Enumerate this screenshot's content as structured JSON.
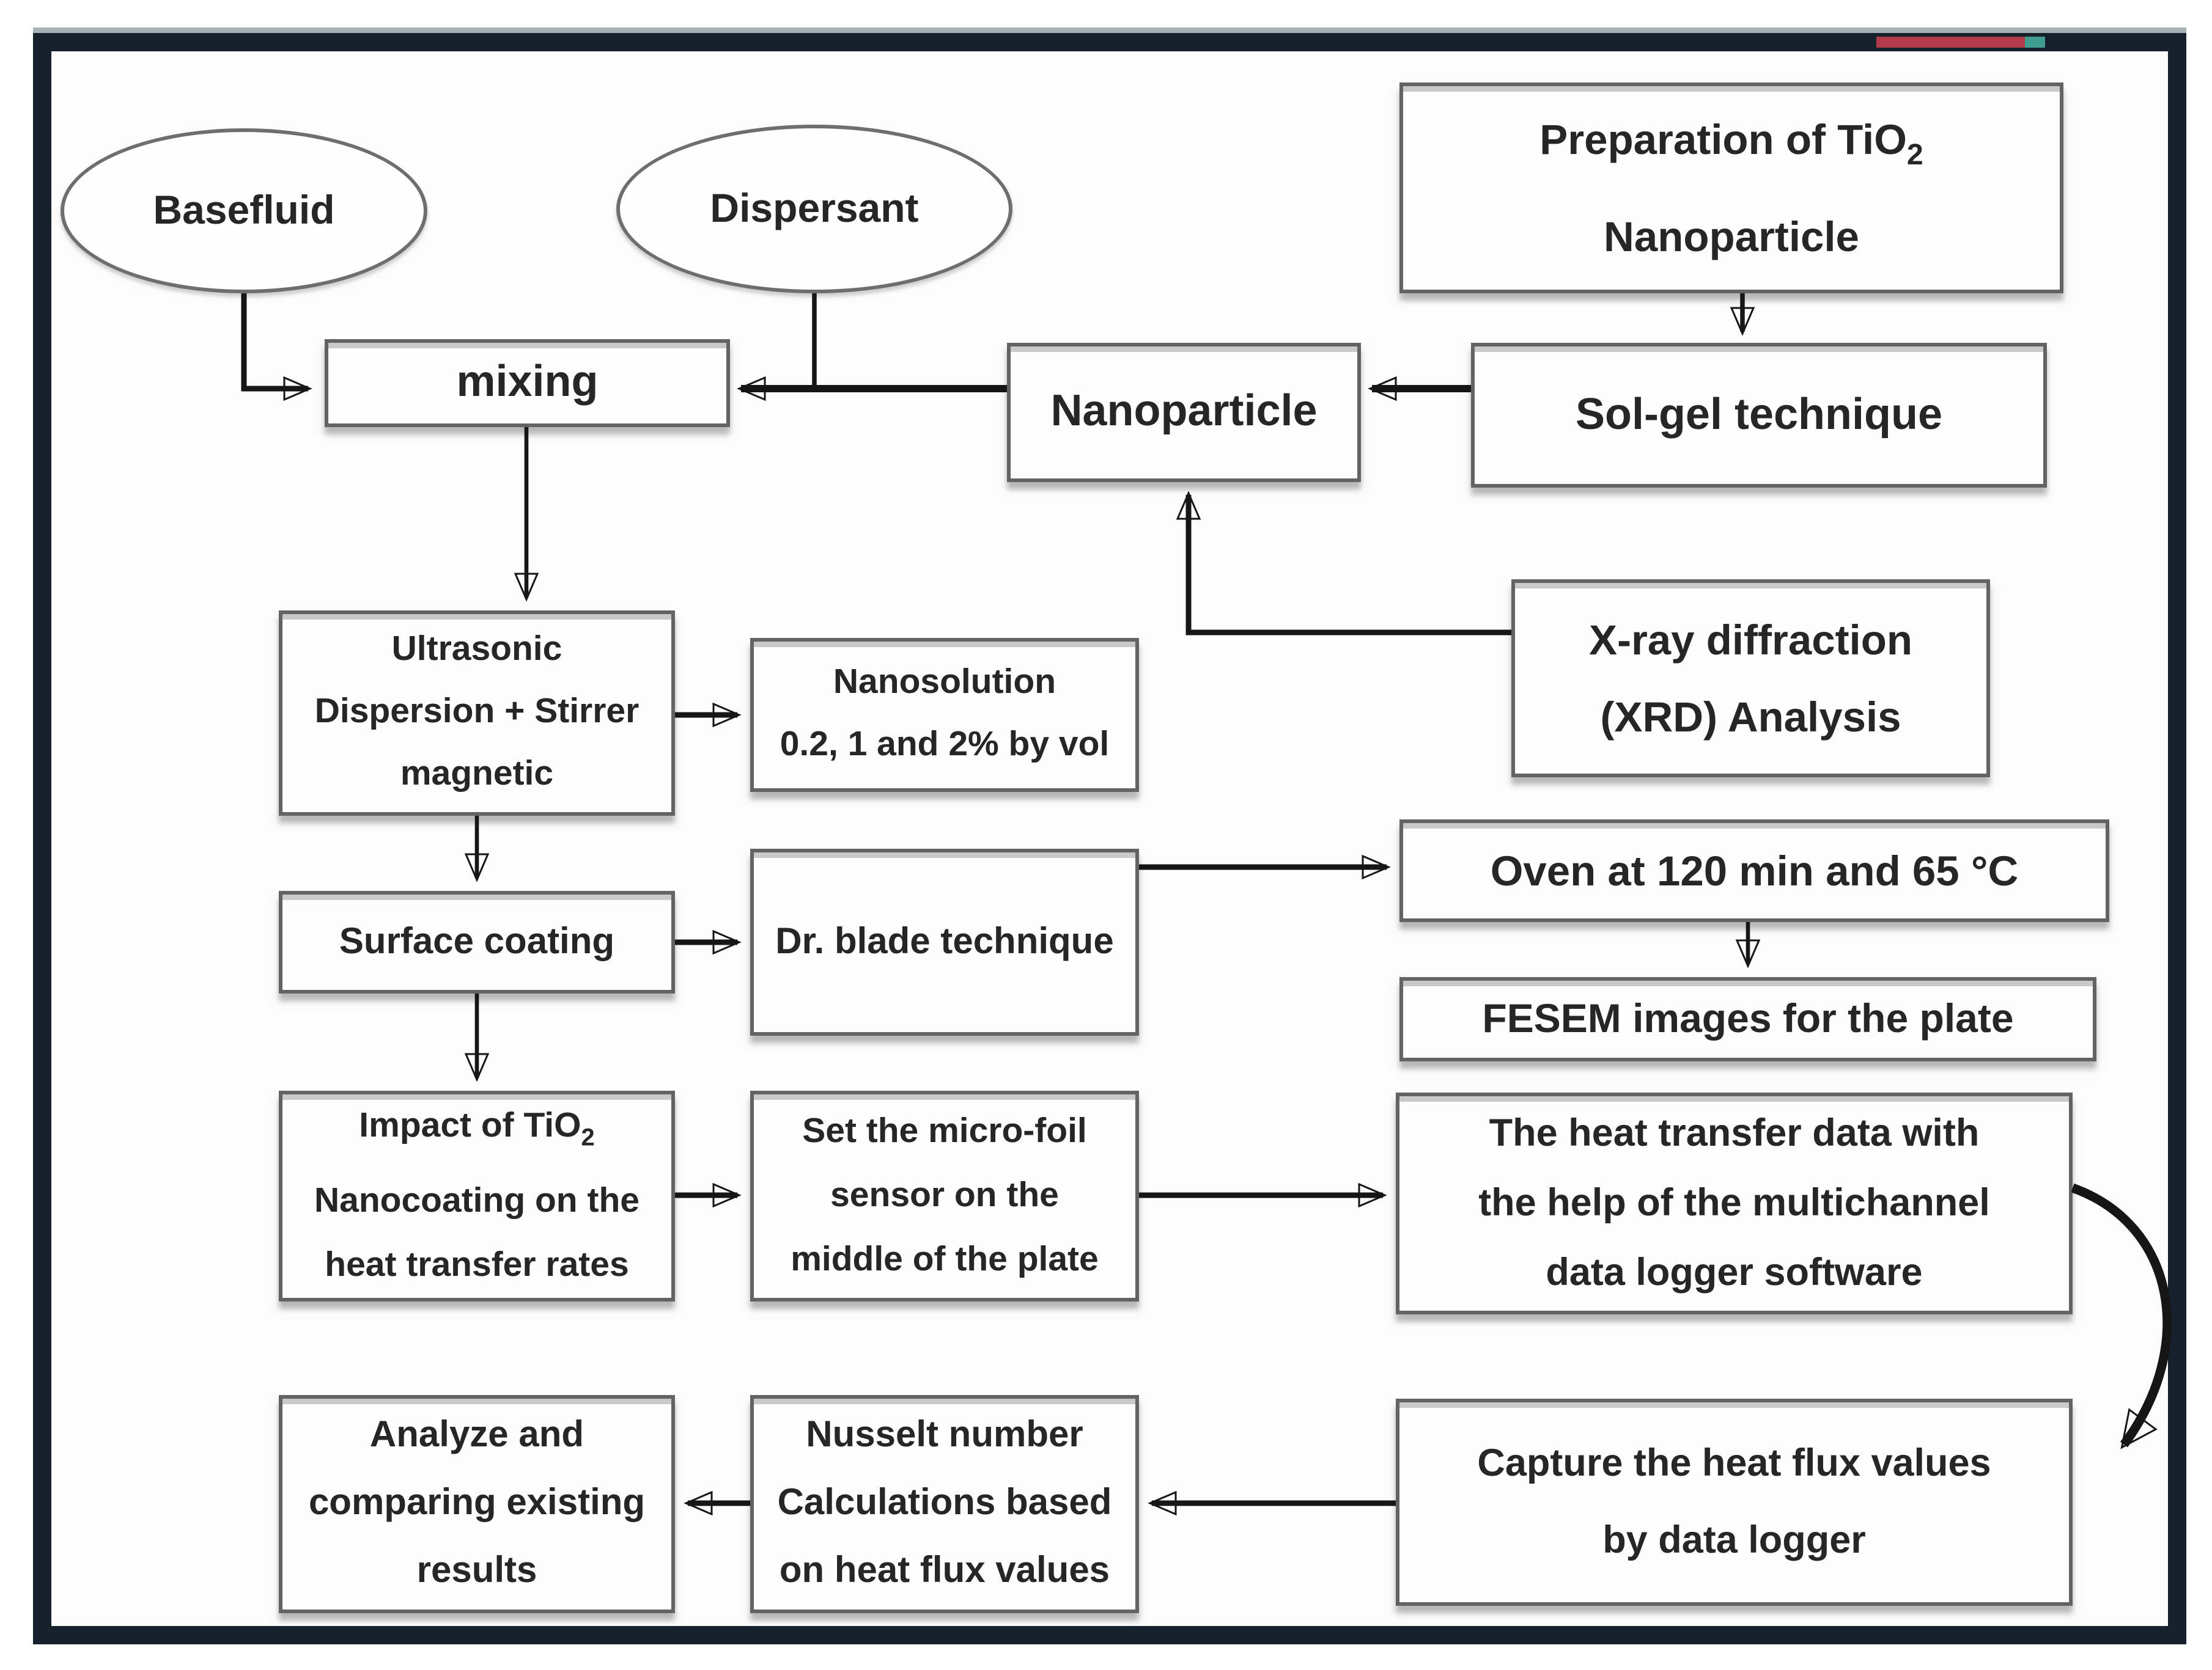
{
  "diagram": {
    "kind": "flowchart"
  },
  "colors": {
    "frame_border": "#16212b",
    "top_accent_red": "#b23b4b",
    "top_accent_teal": "#3f9e8f",
    "box_border": "#636363",
    "arrow": "#161616",
    "text": "#262626",
    "background": "#ffffff"
  },
  "nodes": {
    "basefluid": {
      "shape": "ellipse",
      "label": "Basefluid"
    },
    "dispersant": {
      "shape": "ellipse",
      "label": "Dispersant"
    },
    "preparation": {
      "shape": "rect",
      "label": "Preparation of TiO2 Nanoparticle",
      "line1": "Preparation of TiO",
      "sub": "2",
      "line2": "Nanoparticle"
    },
    "mixing": {
      "shape": "rect",
      "label": "mixing"
    },
    "nanoparticle": {
      "shape": "rect",
      "label": "Nanoparticle"
    },
    "solgel": {
      "shape": "rect",
      "label": "Sol-gel technique"
    },
    "xrd": {
      "shape": "rect",
      "label": "X-ray diffraction (XRD) Analysis",
      "lines": [
        "X-ray diffraction",
        "(XRD) Analysis"
      ]
    },
    "ultrasonic": {
      "shape": "rect",
      "label": "Ultrasonic Dispersion + Stirrer magnetic",
      "lines": [
        "Ultrasonic",
        "Dispersion + Stirrer",
        "magnetic"
      ]
    },
    "nanosolution": {
      "shape": "rect",
      "label": "Nanosolution 0.2, 1 and 2% by vol",
      "lines": [
        "Nanosolution",
        "0.2, 1 and 2% by vol"
      ]
    },
    "surface": {
      "shape": "rect",
      "label": "Surface coating"
    },
    "drblade": {
      "shape": "rect",
      "label": "Dr. blade technique"
    },
    "oven": {
      "shape": "rect",
      "label": "Oven at 120 min and 65 °C"
    },
    "fesem": {
      "shape": "rect",
      "label": "FESEM images for the plate"
    },
    "impact": {
      "shape": "rect",
      "label": "Impact of TiO2 Nanocoating on the heat transfer rates",
      "line1": "Impact of TiO",
      "sub": "2",
      "line2": "Nanocoating on the",
      "line3": "heat transfer rates"
    },
    "setfoil": {
      "shape": "rect",
      "label": "Set the micro-foil sensor on the middle of the plate",
      "lines": [
        "Set the micro-foil",
        "sensor on the",
        "middle of the plate"
      ]
    },
    "heatdata": {
      "shape": "rect",
      "label": "The heat transfer data with the help of the multichannel data logger software",
      "lines": [
        "The heat transfer data with",
        "the help of the multichannel",
        "data logger software"
      ]
    },
    "analyze": {
      "shape": "rect",
      "label": "Analyze and comparing existing results",
      "lines": [
        "Analyze and",
        "comparing existing",
        "results"
      ]
    },
    "nusselt": {
      "shape": "rect",
      "label": "Nusselt number Calculations based on heat flux values",
      "lines": [
        "Nusselt number",
        "Calculations based",
        "on heat flux values"
      ]
    },
    "capture": {
      "shape": "rect",
      "label": "Capture the heat flux values by data logger",
      "lines": [
        "Capture the heat flux values",
        "by data logger"
      ]
    }
  },
  "edges": [
    {
      "from": "basefluid",
      "to": "mixing"
    },
    {
      "from": "dispersant",
      "to": "mixing"
    },
    {
      "from": "nanoparticle",
      "to": "mixing"
    },
    {
      "from": "preparation",
      "to": "solgel"
    },
    {
      "from": "solgel",
      "to": "nanoparticle"
    },
    {
      "from": "xrd",
      "to": "nanoparticle"
    },
    {
      "from": "mixing",
      "to": "ultrasonic"
    },
    {
      "from": "ultrasonic",
      "to": "nanosolution"
    },
    {
      "from": "ultrasonic",
      "to": "surface"
    },
    {
      "from": "surface",
      "to": "drblade"
    },
    {
      "from": "drblade",
      "to": "oven"
    },
    {
      "from": "oven",
      "to": "fesem"
    },
    {
      "from": "surface",
      "to": "impact"
    },
    {
      "from": "impact",
      "to": "setfoil"
    },
    {
      "from": "setfoil",
      "to": "heatdata"
    },
    {
      "from": "heatdata",
      "to": "capture",
      "style": "curved"
    },
    {
      "from": "capture",
      "to": "nusselt"
    },
    {
      "from": "nusselt",
      "to": "analyze"
    }
  ]
}
